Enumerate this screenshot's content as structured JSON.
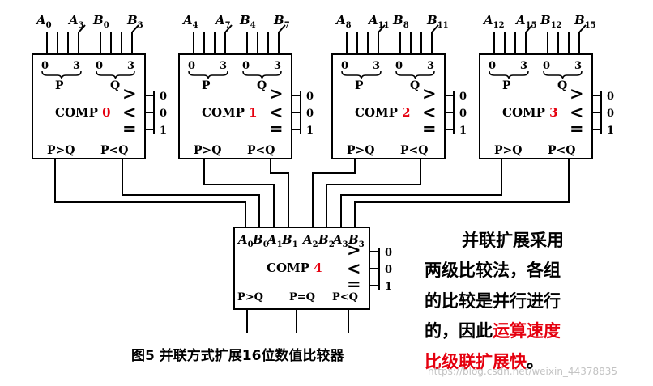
{
  "modules": [
    {
      "a_first": "A",
      "a_first_sub": "0",
      "a_last": "A",
      "a_last_sub": "3",
      "b_first": "B",
      "b_first_sub": "0",
      "b_last": "B",
      "b_last_sub": "3",
      "comp": "COMP",
      "index": "0",
      "p": "P",
      "q": "Q",
      "range_start": "0",
      "range_end": "3",
      "gt": ">",
      "lt": "<",
      "eq": "=",
      "gt_val": "0",
      "lt_val": "0",
      "eq_val": "1",
      "out_gt": "P>Q",
      "out_lt": "P<Q"
    },
    {
      "a_first": "A",
      "a_first_sub": "4",
      "a_last": "A",
      "a_last_sub": "7",
      "b_first": "B",
      "b_first_sub": "4",
      "b_last": "B",
      "b_last_sub": "7",
      "comp": "COMP",
      "index": "1",
      "p": "P",
      "q": "Q",
      "range_start": "0",
      "range_end": "3",
      "gt": ">",
      "lt": "<",
      "eq": "=",
      "gt_val": "0",
      "lt_val": "0",
      "eq_val": "1",
      "out_gt": "P>Q",
      "out_lt": "P<Q"
    },
    {
      "a_first": "A",
      "a_first_sub": "8",
      "a_last": "A",
      "a_last_sub": "11",
      "b_first": "B",
      "b_first_sub": "8",
      "b_last": "B",
      "b_last_sub": "11",
      "comp": "COMP",
      "index": "2",
      "p": "P",
      "q": "Q",
      "range_start": "0",
      "range_end": "3",
      "gt": ">",
      "lt": "<",
      "eq": "=",
      "gt_val": "0",
      "lt_val": "0",
      "eq_val": "1",
      "out_gt": "P>Q",
      "out_lt": "P<Q"
    },
    {
      "a_first": "A",
      "a_first_sub": "12",
      "a_last": "A",
      "a_last_sub": "15",
      "b_first": "B",
      "b_first_sub": "12",
      "b_last": "B",
      "b_last_sub": "15",
      "comp": "COMP",
      "index": "3",
      "p": "P",
      "q": "Q",
      "range_start": "0",
      "range_end": "3",
      "gt": ">",
      "lt": "<",
      "eq": "=",
      "gt_val": "0",
      "lt_val": "0",
      "eq_val": "1",
      "out_gt": "P>Q",
      "out_lt": "P<Q"
    }
  ],
  "final": {
    "inputs": [
      {
        "letter": "A",
        "sub": "0"
      },
      {
        "letter": "B",
        "sub": "0"
      },
      {
        "letter": "A",
        "sub": "1"
      },
      {
        "letter": "B",
        "sub": "1"
      },
      {
        "letter": "A",
        "sub": "2"
      },
      {
        "letter": "B",
        "sub": "2"
      },
      {
        "letter": "A",
        "sub": "3"
      },
      {
        "letter": "B",
        "sub": "3"
      }
    ],
    "comp": "COMP",
    "index": "4",
    "gt": ">",
    "lt": "<",
    "eq": "=",
    "gt_val": "0",
    "lt_val": "0",
    "eq_val": "1",
    "out_gt": "P>Q",
    "out_eq": "P=Q",
    "out_lt": "P<Q"
  },
  "caption": "图5  并联方式扩展16位数值比较器",
  "side_text": {
    "line1": "并联扩展采用",
    "line2": "两级比较法，各组",
    "line3": "的比较是并行进行",
    "line4_plain": "的，因此",
    "line4_red": "运算速度",
    "line5_red": "比级联扩展快",
    "line5_end": "。"
  },
  "watermark": "https://blog.csdn.net/weixin_44378835",
  "colors": {
    "ink": "#000000",
    "accent": "#e5000f",
    "watermark": "#c3c3c3",
    "background": "#ffffff"
  }
}
